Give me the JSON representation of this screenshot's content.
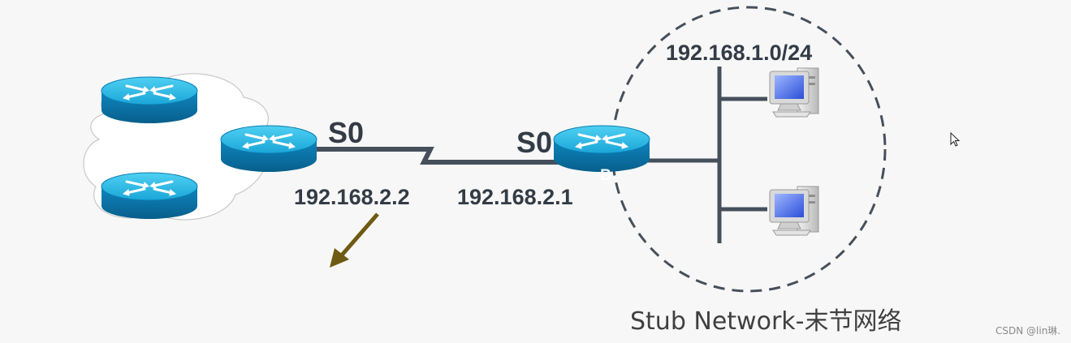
{
  "serial_left": {
    "interface": "S0",
    "ip": "192.168.2.2"
  },
  "serial_right": {
    "interface": "S0",
    "ip": "192.168.2.1"
  },
  "router_b": {
    "label": "B"
  },
  "lan": {
    "subnet": "192.168.1.0/24"
  },
  "caption": "Stub Network-末节网络",
  "watermark": "CSDN @lin琳.",
  "colors": {
    "router_top": "#23b8e4",
    "router_body": "#0b7db4",
    "link": "#46505c",
    "arrow": "#6e5a12",
    "stub_circle": "#46505c"
  }
}
